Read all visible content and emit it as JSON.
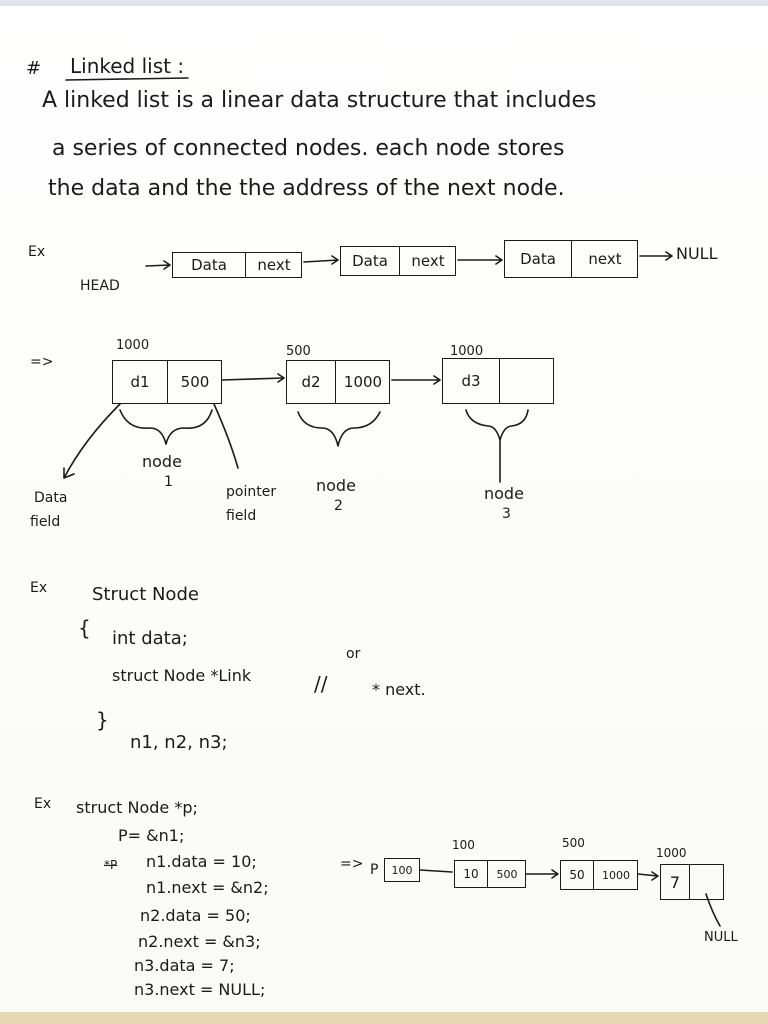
{
  "title": {
    "star": "#",
    "text": "Linked list :"
  },
  "definition": [
    "A linked list is a linear data structure that includes",
    "a series of connected nodes. each node stores",
    "the data and the the address of the next node."
  ],
  "example1": {
    "marker": "Ex",
    "head_label": "HEAD",
    "nodes": [
      {
        "data": "Data",
        "next": "next"
      },
      {
        "data": "Data",
        "next": "next"
      },
      {
        "data": "Data",
        "next": "next"
      }
    ],
    "null_label": "NULL"
  },
  "example2": {
    "marker": "=>",
    "nodes": [
      {
        "address": "1000",
        "data": "d1",
        "next": "500",
        "label_line1": "node",
        "label_line2": "1"
      },
      {
        "address": "500",
        "data": "d2",
        "next": "1000",
        "label_line1": "node",
        "label_line2": "2"
      },
      {
        "address": "1000",
        "data": "d3",
        "next": "",
        "label_line1": "node",
        "label_line2": "3"
      }
    ],
    "data_field": [
      "Data",
      "field"
    ],
    "pointer_field": [
      "pointer",
      "field"
    ]
  },
  "struct_example": {
    "marker": "Ex",
    "line1": "Struct Node",
    "brace_open": "{",
    "line2": "int data;",
    "line3": "struct Node *Link",
    "or_label": "or",
    "slashes": "//",
    "alt": "* next.",
    "brace_close": "}",
    "vars": "n1, n2, n3;"
  },
  "code_example": {
    "marker": "Ex",
    "lines": [
      "struct Node *p;",
      "P= &n1;",
      "n1.data = 10;",
      "n1.next = &n2;",
      "n2.data = 50;",
      "n2.next = &n3;",
      "n3.data = 7;",
      "n3.next = NULL;"
    ],
    "strike": "*P",
    "arrow": "=>",
    "p_label": "P",
    "p_value": "100",
    "nodes": [
      {
        "address": "100",
        "data": "10",
        "next": "500"
      },
      {
        "address": "500",
        "data": "50",
        "next": "1000"
      },
      {
        "address": "1000",
        "data": "7",
        "next": ""
      }
    ],
    "null_label": "NULL"
  }
}
